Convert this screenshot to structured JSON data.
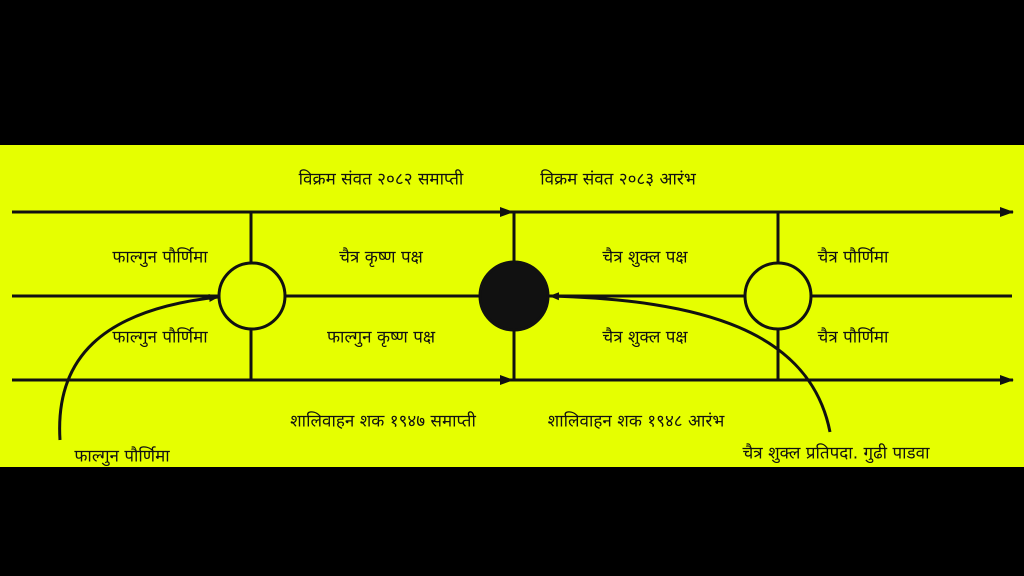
{
  "colors": {
    "background": "#e6ff00",
    "frame": "#000000",
    "ink": "#111111"
  },
  "top": {
    "vikram_end": "विक्रम संवत २०८२ समाप्ती",
    "vikram_start": "विक्रम संवत २०८३ आरंभ"
  },
  "upper_row": {
    "left": "फाल्गुन पौर्णिमा",
    "center_left": "चैत्र कृष्ण पक्ष",
    "center_right": "चैत्र शुक्ल पक्ष",
    "right": "चैत्र पौर्णिमा"
  },
  "lower_row": {
    "left": "फाल्गुन पौर्णिमा",
    "center_left": "फाल्गुन कृष्ण पक्ष",
    "center_right": "चैत्र शुक्ल पक्ष",
    "right": "चैत्र पौर्णिमा"
  },
  "bottom": {
    "shalivahan_end": "शालिवाहन शक १९४७ समाप्ती",
    "shalivahan_start": "शालिवाहन शक १९४८ आरंभ"
  },
  "callouts": {
    "left": "फाल्गुन पौर्णिमा",
    "right": "चैत्र शुक्ल प्रतिपदा. गुढी पाडवा"
  }
}
